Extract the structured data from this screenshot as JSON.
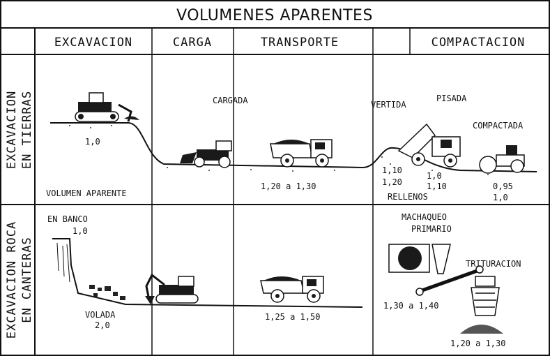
{
  "title": "VOLUMENES APARENTES",
  "columns": {
    "excavacion": "EXCAVACION",
    "carga": "CARGA",
    "transporte": "TRANSPORTE",
    "compactacion": "COMPACTACION"
  },
  "rows": {
    "tierras": [
      "EXCAVACION",
      "EN TIERRAS"
    ],
    "roca": [
      "EXCAVACION ROCA",
      "EN CANTERAS"
    ]
  },
  "tierras": {
    "cargada": "CARGADA",
    "vertida": "VERTIDA",
    "pisada": "PISADA",
    "compactada": "COMPACTADA",
    "val_banco": "1,0",
    "volumen_aparente": "VOLUMEN APARENTE",
    "val_transporte": "1,20 a 1,30",
    "val_vertida_1": "1,10",
    "val_vertida_2": "1,20",
    "val_pisada_1": "1,0",
    "val_pisada_2": "1,10",
    "rellenos": "RELLENOS",
    "val_compactada_1": "0,95",
    "val_compactada_2": "1,0"
  },
  "roca": {
    "en_banco": "EN BANCO",
    "val_banco": "1,0",
    "volada": "VOLADA",
    "val_volada": "2,0",
    "val_transporte": "1,25 a 1,50",
    "machaqueo": "MACHAQUEO",
    "primario": "PRIMARIO",
    "trituracion": "TRITURACION",
    "val_machaqueo": "1,30 a 1,40",
    "val_trituracion": "1,20 a 1,30"
  }
}
